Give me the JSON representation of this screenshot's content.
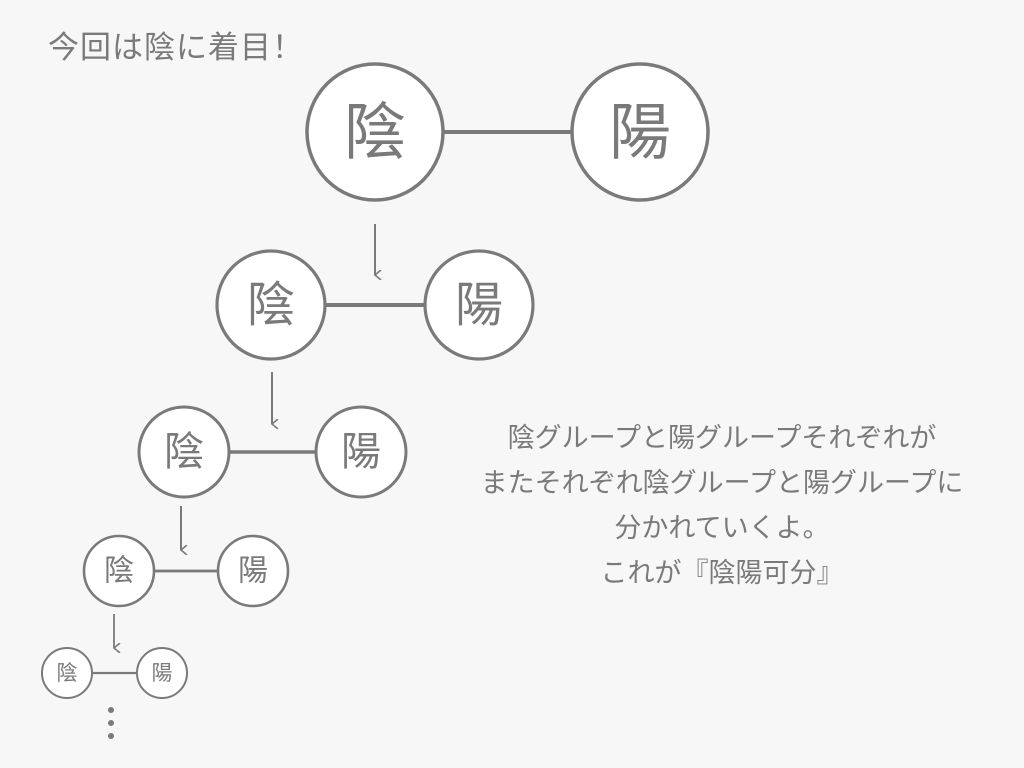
{
  "heading": "今回は陰に着目！",
  "levels": [
    {
      "yin": "陰",
      "yang": "陽"
    },
    {
      "yin": "陰",
      "yang": "陽"
    },
    {
      "yin": "陰",
      "yang": "陽"
    },
    {
      "yin": "陰",
      "yang": "陽"
    },
    {
      "yin": "陰",
      "yang": "陽"
    }
  ],
  "explanation": [
    "陰グループと陽グループそれぞれが",
    "またそれぞれ陰グループと陽グループに",
    "分かれていくよ。",
    "これが『陰陽可分』"
  ],
  "colors": {
    "background": "#f7f7f7",
    "stroke": "#7a7a7a",
    "circle_fill": "#ffffff"
  }
}
